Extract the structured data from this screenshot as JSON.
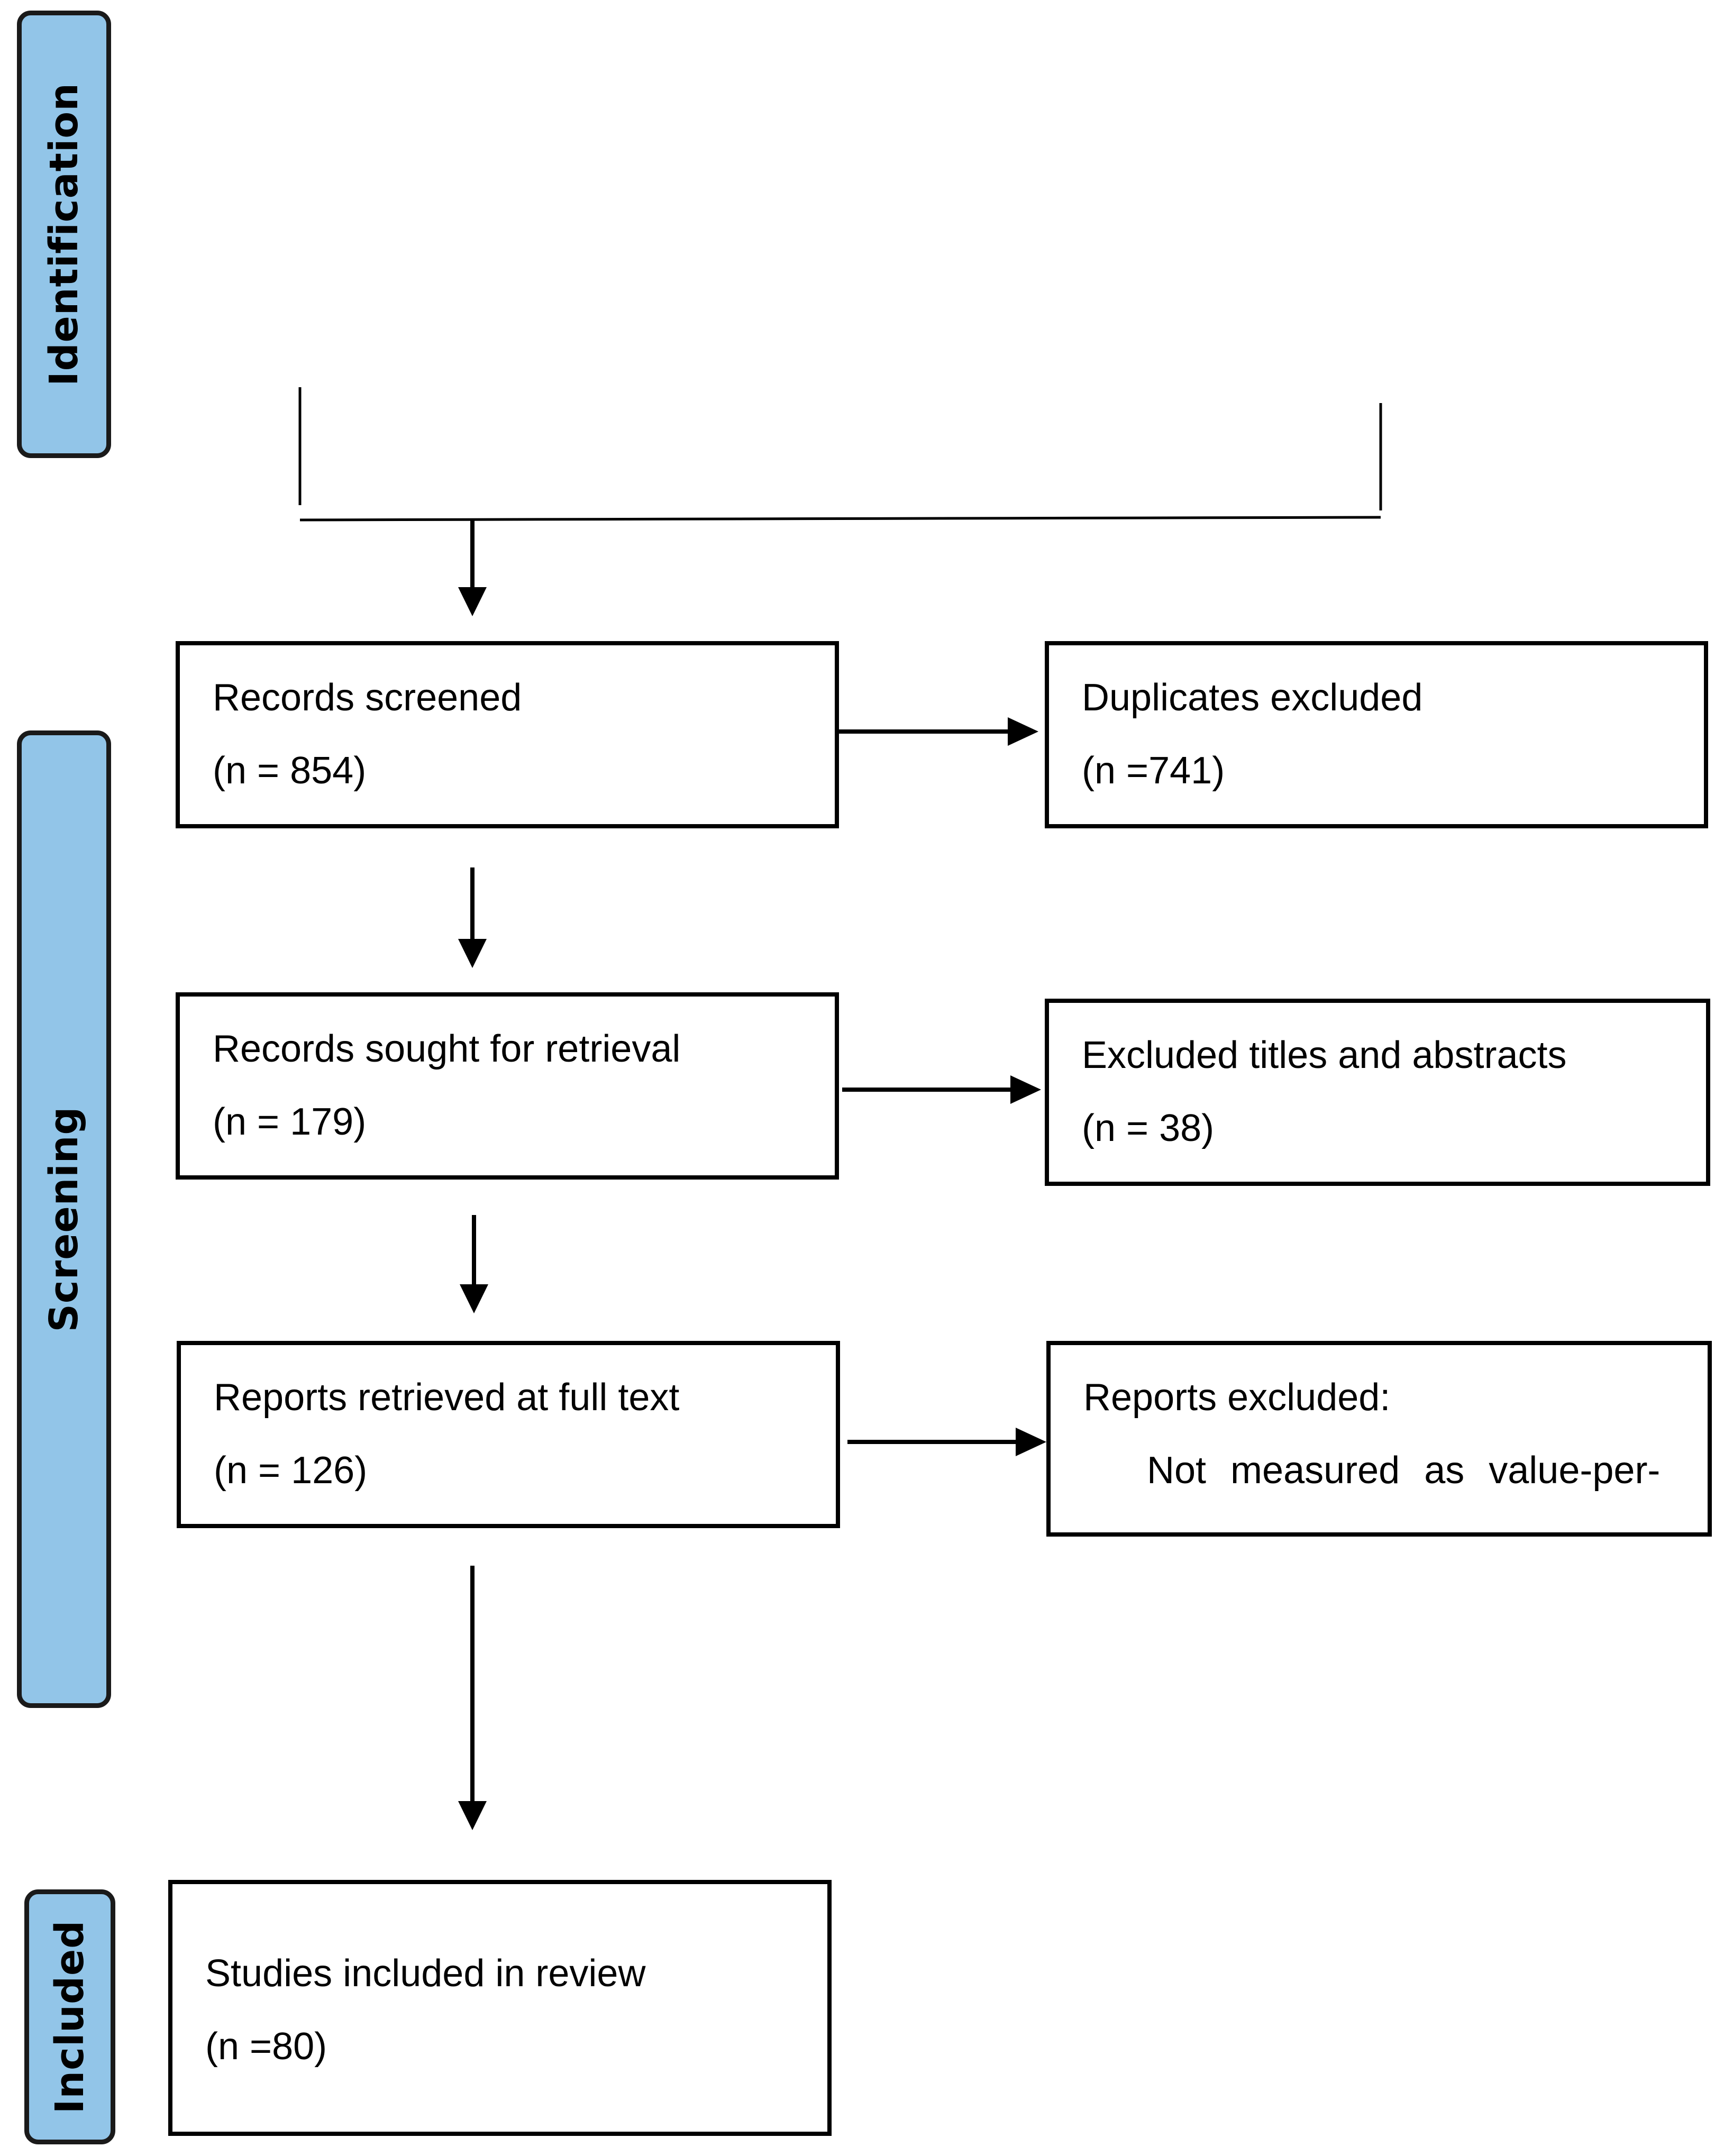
{
  "phases": {
    "identification": "Identification",
    "screening": "Screening",
    "included": "Included"
  },
  "boxes": {
    "records_screened": {
      "title": "Records screened",
      "count": "(n = 854)"
    },
    "duplicates_excluded": {
      "title": "Duplicates excluded",
      "count": "(n =741)"
    },
    "records_sought": {
      "title": "Records sought for retrieval",
      "count": "(n = 179)"
    },
    "excluded_titles": {
      "title": "Excluded titles and abstracts",
      "count": "(n = 38)"
    },
    "reports_retrieved": {
      "title": "Reports retrieved at full text",
      "count": "(n = 126)"
    },
    "reports_excluded": {
      "title": "Reports excluded:",
      "detail": "Not measured as value-per-"
    },
    "studies_included": {
      "title": "Studies included in review",
      "count": "(n =80)"
    }
  }
}
